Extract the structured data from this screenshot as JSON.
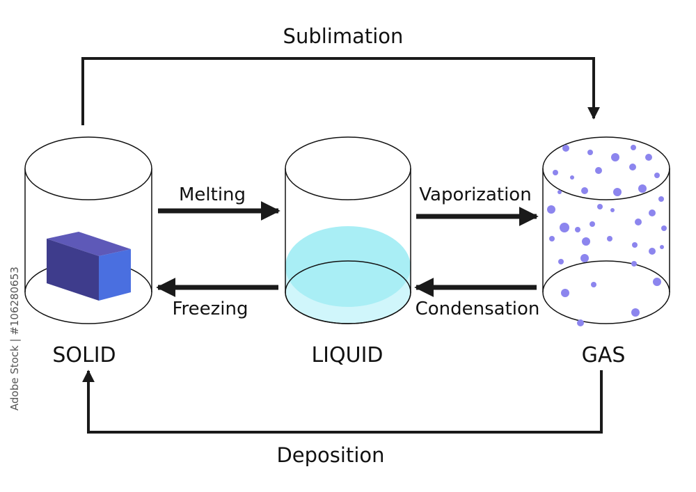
{
  "labels": {
    "sublimation": "Sublimation",
    "deposition": "Deposition",
    "melting": "Melting",
    "freezing": "Freezing",
    "vaporization": "Vaporization",
    "condensation": "Condensation"
  },
  "states": {
    "solid": "SOLID",
    "liquid": "LIQUID",
    "gas": "GAS"
  },
  "watermark": "Adobe Stock | #106280653",
  "colors": {
    "arrow": "#1a1a1a",
    "outline": "#111111",
    "cube_front": "#4a6fe0",
    "cube_top": "#5e59b8",
    "cube_side": "#3e3c8c",
    "water_top": "#a9eef5",
    "water_body": "#cdf6fb",
    "gas_particle": "#8c85ee"
  }
}
